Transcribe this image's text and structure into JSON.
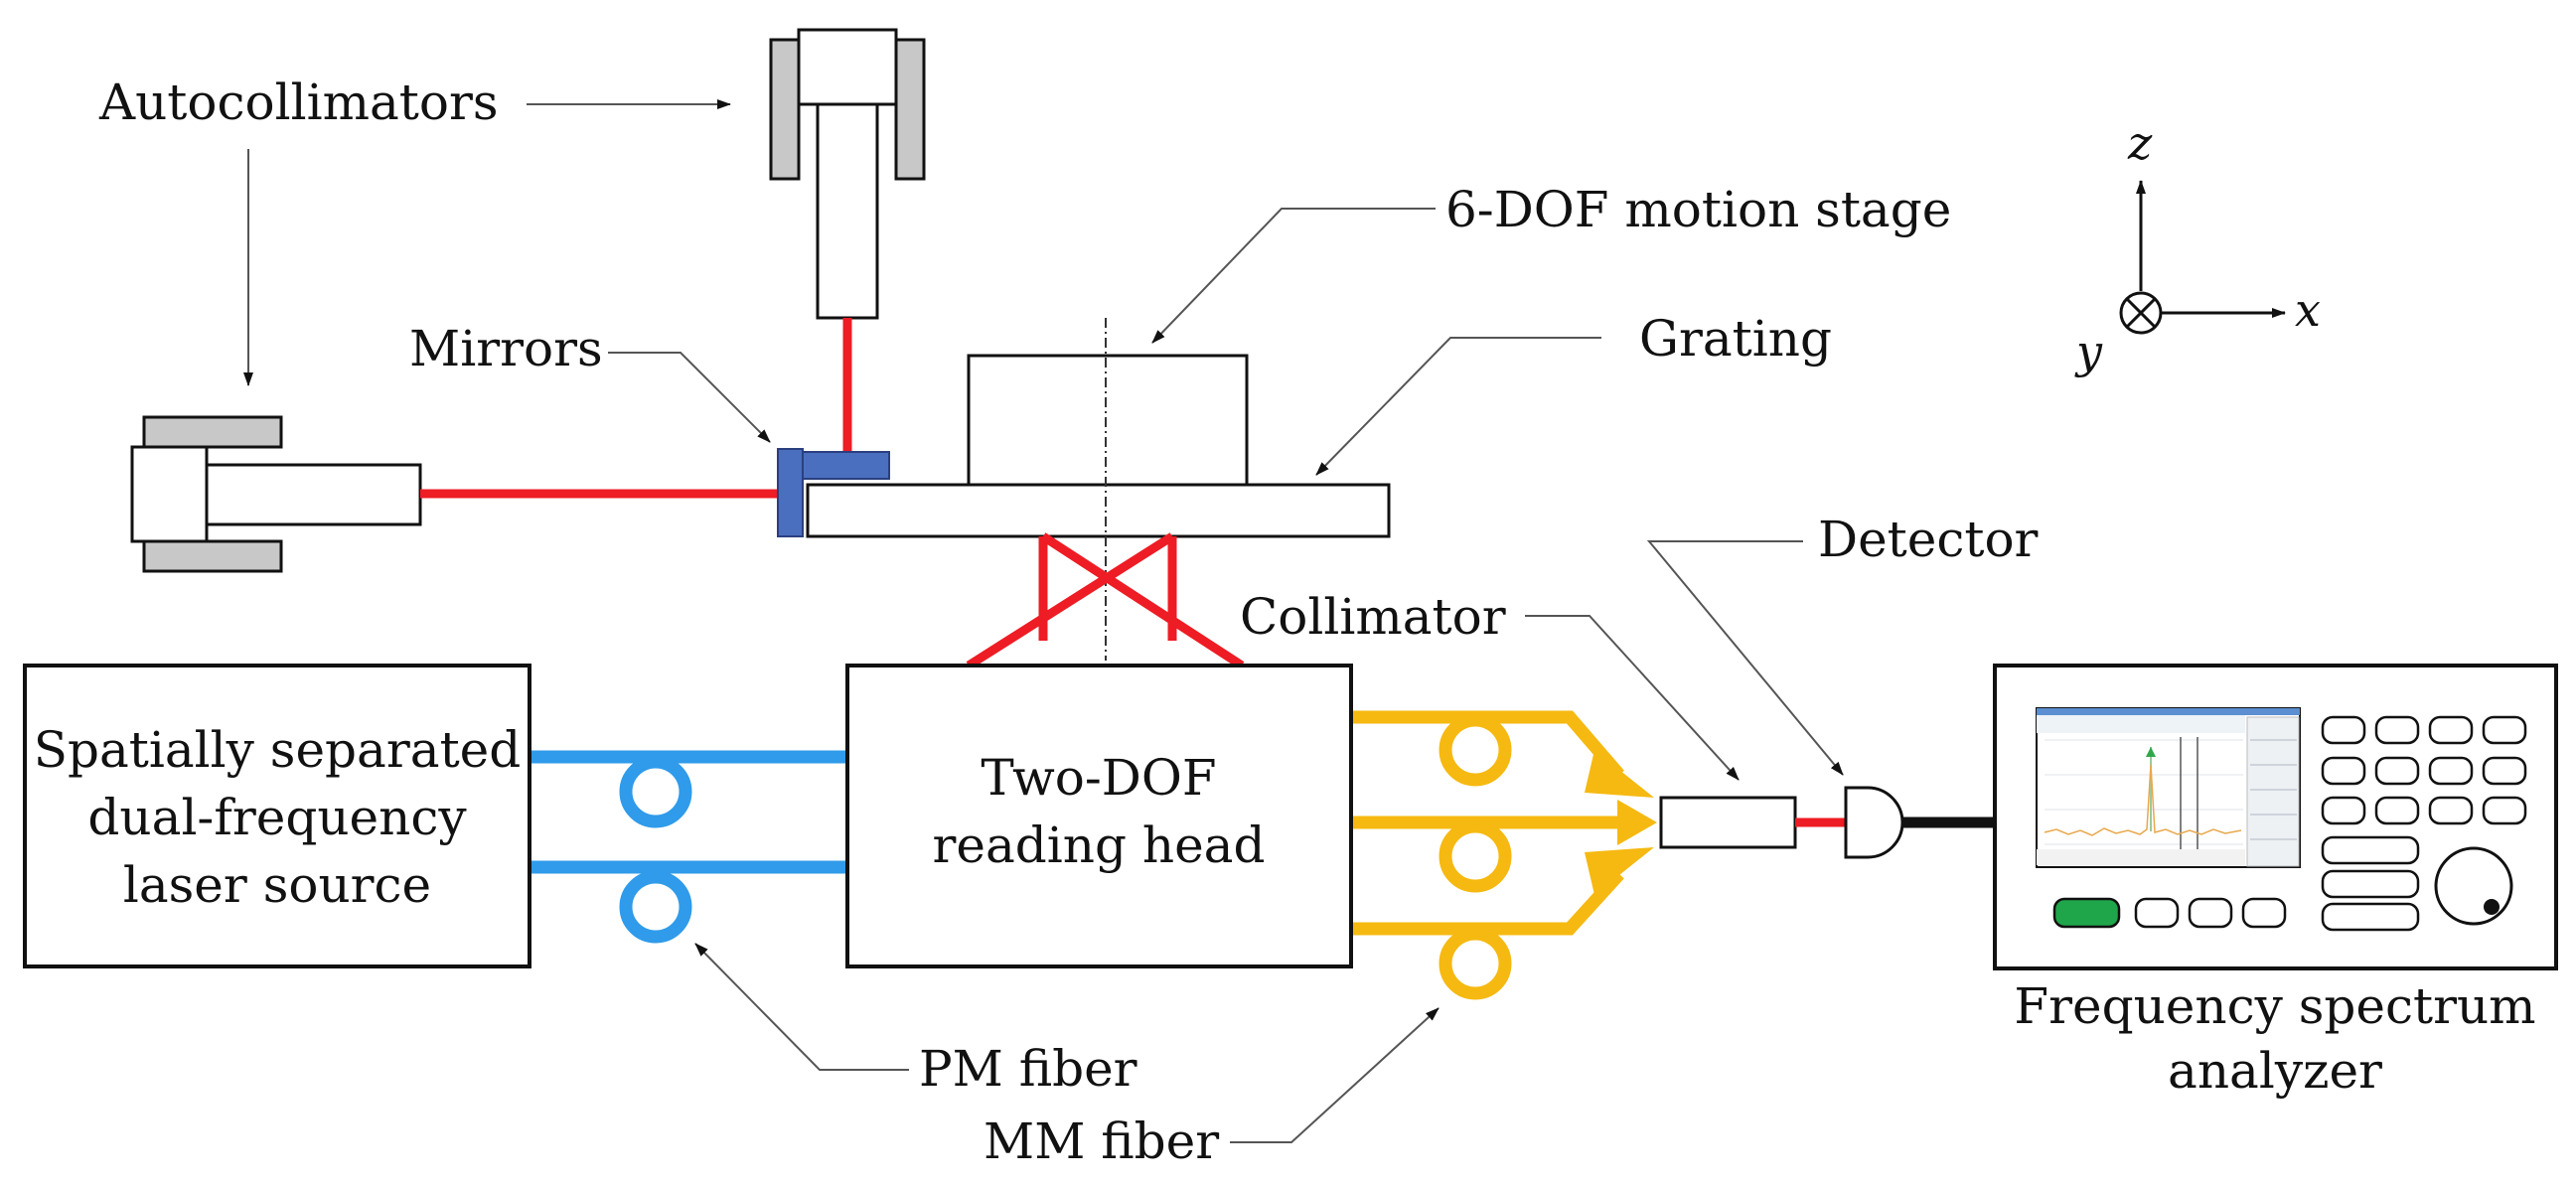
{
  "labels": {
    "autocollimators": "Autocollimators",
    "mirrors": "Mirrors",
    "motion_stage": "6-DOF motion stage",
    "grating": "Grating",
    "detector": "Detector",
    "collimator": "Collimator",
    "laser_source": [
      "Spatially separated",
      "dual-frequency",
      "laser source"
    ],
    "reading_head": [
      "Two-DOF",
      "reading head"
    ],
    "pm_fiber": "PM fiber",
    "mm_fiber": "MM fiber",
    "analyzer": [
      "Frequency spectrum",
      "analyzer"
    ]
  },
  "axes": {
    "z": "z",
    "x": "x",
    "y": "y"
  },
  "colors": {
    "laser_beam": "#ee1c24",
    "pm_fiber": "#2f9bea",
    "mm_fiber": "#f6b911",
    "mirror": "#4a6fbf",
    "housing": "#c8c8c8",
    "button_green": "#1fa64a",
    "outline": "#111111"
  }
}
